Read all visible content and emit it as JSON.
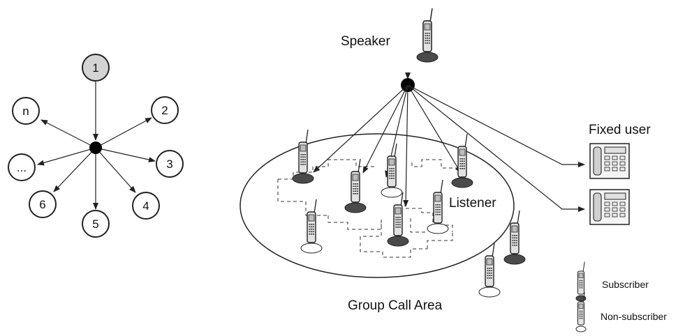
{
  "star": {
    "center_node": "1",
    "outer_nodes": [
      "2",
      "3",
      "4",
      "5",
      "6",
      "...",
      "n"
    ]
  },
  "labels": {
    "speaker": "Speaker",
    "fixed_user": "Fixed user",
    "listener": "Listener",
    "group_call_area": "Group Call Area"
  },
  "legend": {
    "subscriber": "Subscriber",
    "non_subscriber": "Non-subscriber"
  },
  "colors": {
    "line": "#222222",
    "source_node_fill": "#d4d4d4",
    "subscriber_base": "#4a4a4a",
    "phone_body": "#e2e2e2"
  }
}
